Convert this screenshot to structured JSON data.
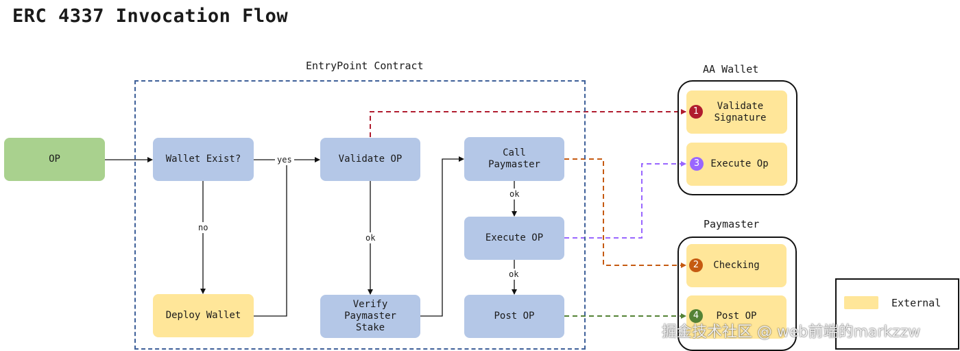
{
  "title": "ERC 4337 Invocation Flow",
  "groups": {
    "entrypoint": "EntryPoint Contract",
    "aa_wallet": "AA Wallet",
    "paymaster": "Paymaster"
  },
  "nodes": {
    "op": "OP",
    "wallet_exist": "Wallet Exist?",
    "deploy_wallet": "Deploy Wallet",
    "validate_op": "Validate OP",
    "verify_stake": "Verify\nPaymaster\nStake",
    "call_paymaster": "Call\nPaymaster",
    "execute_op": "Execute OP",
    "post_op": "Post OP",
    "validate_signature": "Validate\nSignature",
    "wallet_execute_op": "Execute Op",
    "checking": "Checking",
    "paymaster_post_op": "Post OP"
  },
  "edge_labels": {
    "yes": "yes",
    "no": "no",
    "ok1": "ok",
    "ok2": "ok",
    "ok3": "ok"
  },
  "badges": {
    "b1": "1",
    "b2": "2",
    "b3": "3",
    "b4": "4"
  },
  "legend": {
    "external": "External"
  },
  "watermark": "掘金技术社区 @ web前端的markzzw",
  "colors": {
    "green": "#a9d18e",
    "blue": "#b4c7e7",
    "yellow": "#ffe699",
    "red_dash": "#b01c2e",
    "orange_dash": "#c55a11",
    "purple_dash": "#9966ff",
    "green_dash": "#548235"
  }
}
